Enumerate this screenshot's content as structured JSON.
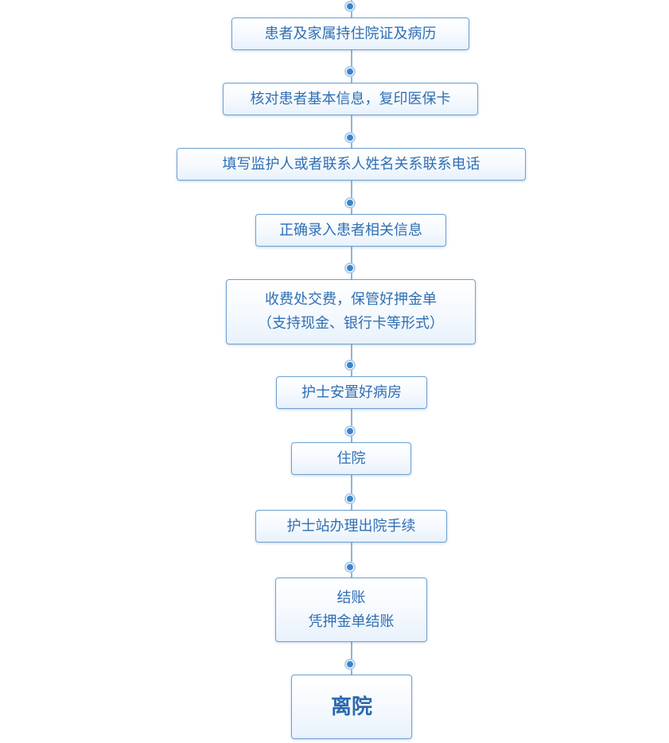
{
  "steps": [
    {
      "lines": [
        "患者及家属持住院证及病历"
      ]
    },
    {
      "lines": [
        "核对患者基本信息，复印医保卡"
      ]
    },
    {
      "lines": [
        "填写监护人或者联系人姓名关系联系电话"
      ]
    },
    {
      "lines": [
        "正确录入患者相关信息"
      ]
    },
    {
      "lines": [
        "收费处交费，保管好押金单",
        "（支持现金、银行卡等形式）"
      ]
    },
    {
      "lines": [
        "护士安置好病房"
      ]
    },
    {
      "lines": [
        "住院"
      ]
    },
    {
      "lines": [
        "护士站办理出院手续"
      ]
    },
    {
      "lines": [
        "结账",
        "凭押金单结账"
      ]
    },
    {
      "lines": [
        "离院"
      ]
    }
  ]
}
